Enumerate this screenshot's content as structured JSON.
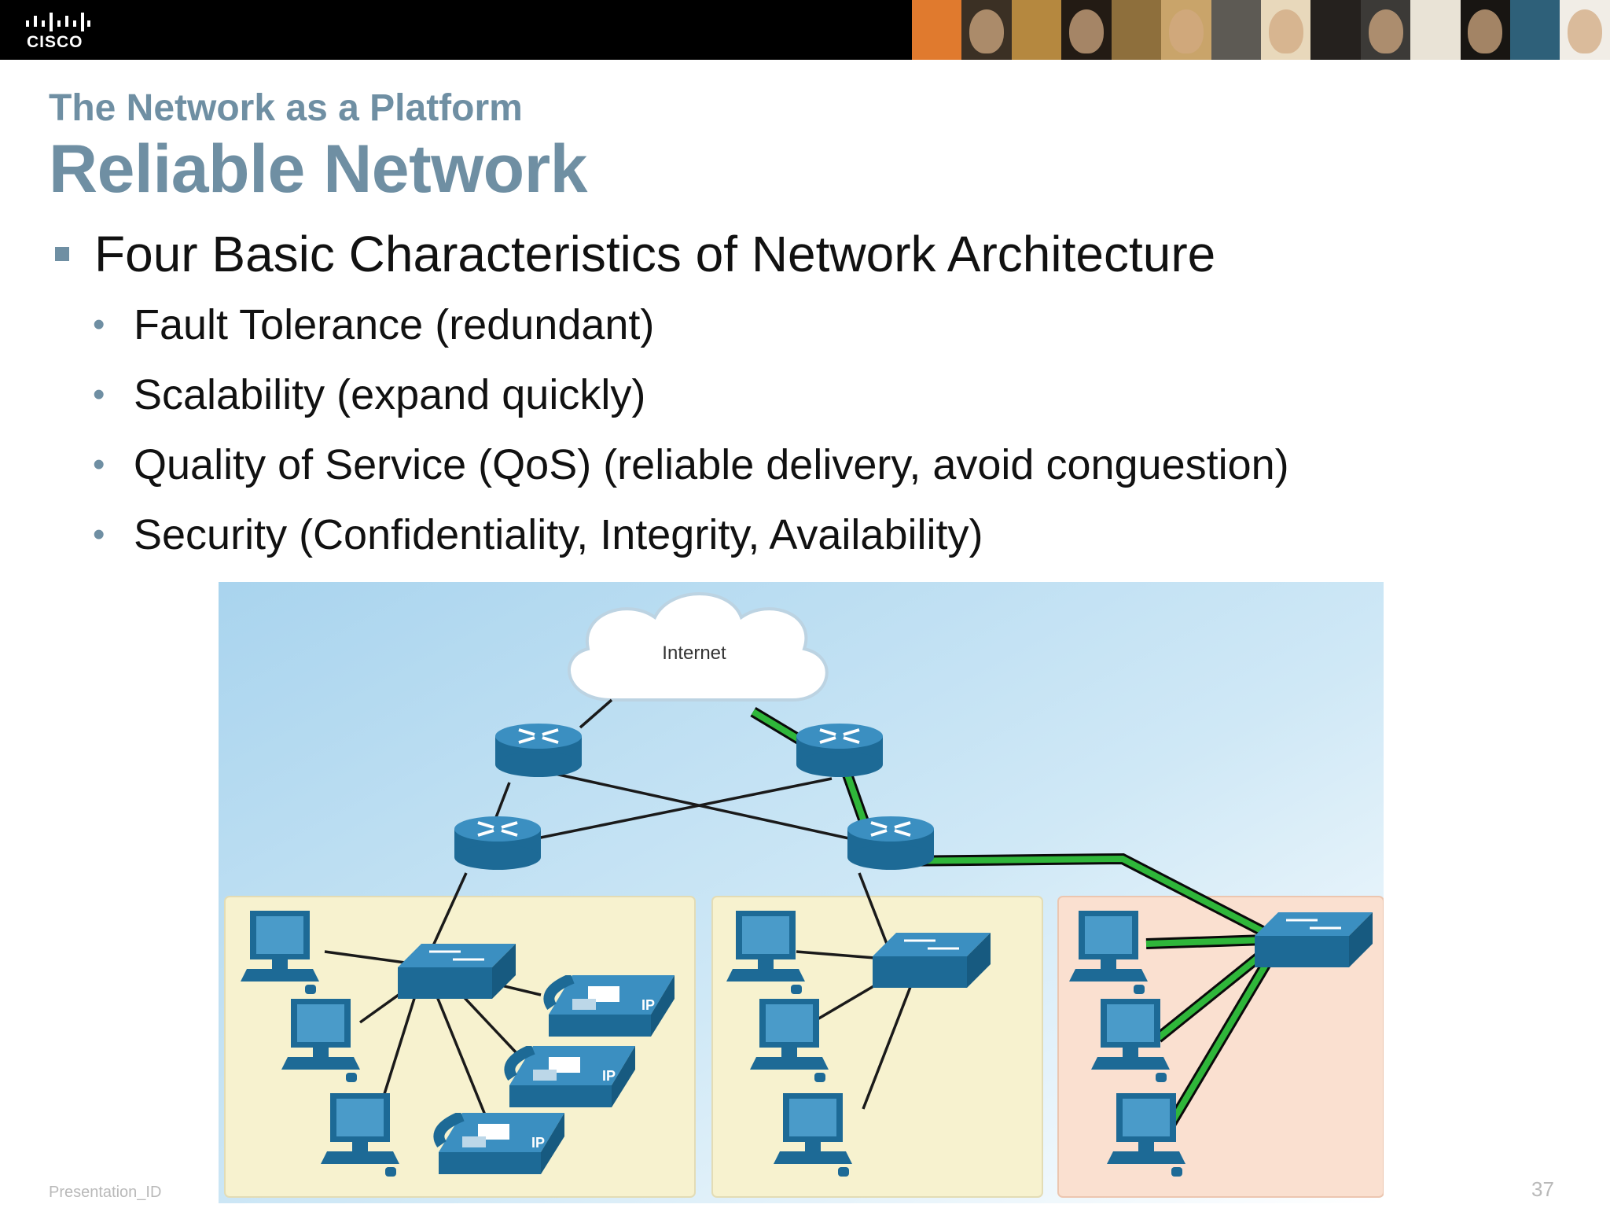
{
  "header": {
    "logo_text": "CISCO",
    "photo_tiles": [
      "#e07a2e",
      "#3b3024",
      "#b5883f",
      "#231b14",
      "#8e6f3c",
      "#c9a46a",
      "#5d5a54",
      "#e8d8bb",
      "#25211e",
      "#3c3a37",
      "#e9e3d6",
      "#181512",
      "#2e6079",
      "#f1ede6"
    ]
  },
  "slide": {
    "subtitle": "The Network as a Platform",
    "title": "Reliable Network",
    "main_bullet": "Four Basic Characteristics of Network Architecture",
    "sub_bullets": [
      "Fault Tolerance (redundant)",
      "Scalability (expand quickly)",
      "Quality of Service (QoS) (reliable delivery, avoid conguestion)",
      "Security (Confidentiality, Integrity, Availability)"
    ]
  },
  "diagram": {
    "cloud_label": "Internet",
    "phone_label": "IP",
    "colors": {
      "sky": "#bfe0f2",
      "lan_zone": "#f7f2cf",
      "highlight_zone": "#fae0d0",
      "device": "#2b7fb0",
      "path": "#22a832"
    }
  },
  "footer": {
    "presentation_id": "Presentation_ID",
    "page_number": "37"
  }
}
